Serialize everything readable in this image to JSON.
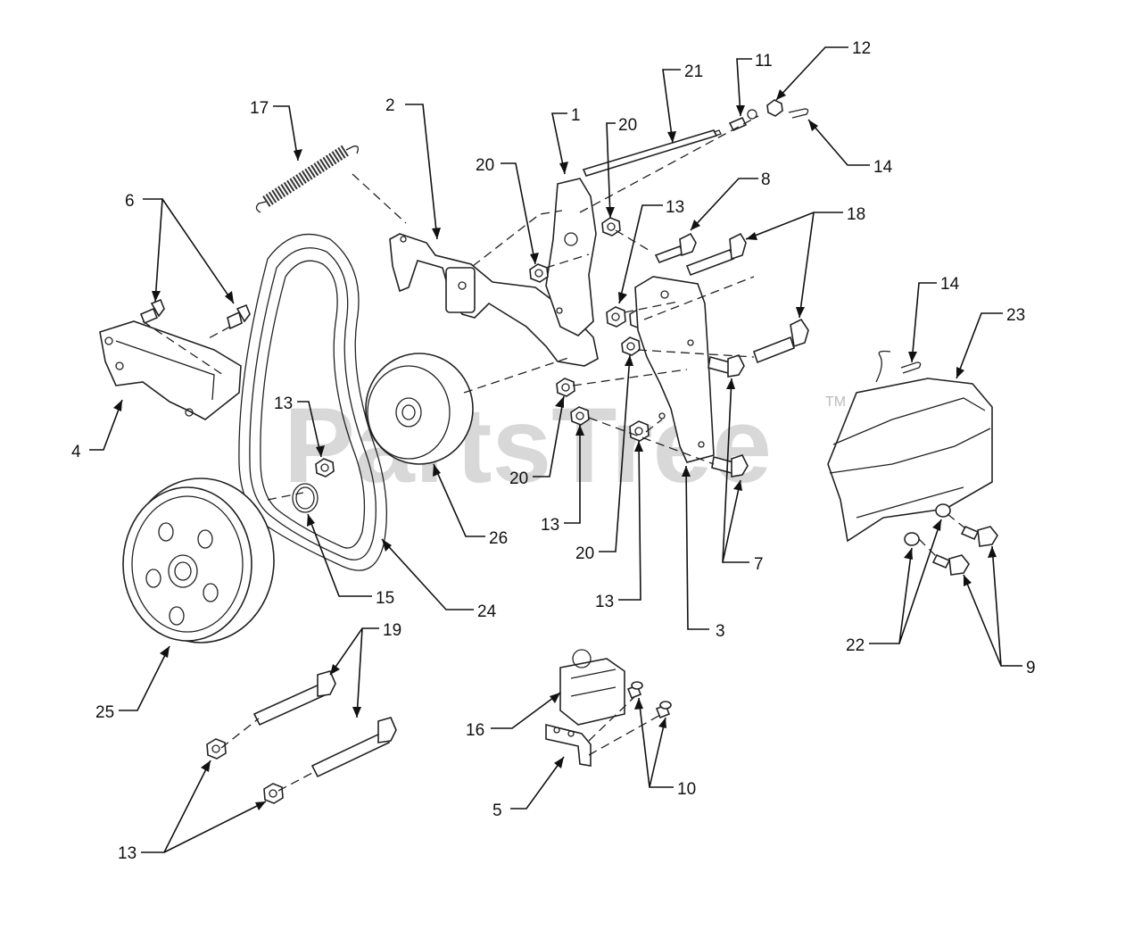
{
  "watermark": {
    "text": "PartsTree",
    "tm": "TM"
  },
  "callouts": [
    "1",
    "2",
    "3",
    "4",
    "5",
    "6",
    "7",
    "8",
    "9",
    "10",
    "11",
    "12",
    "13",
    "13",
    "13",
    "13",
    "13",
    "14",
    "14",
    "15",
    "16",
    "17",
    "18",
    "19",
    "20",
    "20",
    "20",
    "20",
    "21",
    "22",
    "23",
    "24",
    "25",
    "26"
  ]
}
